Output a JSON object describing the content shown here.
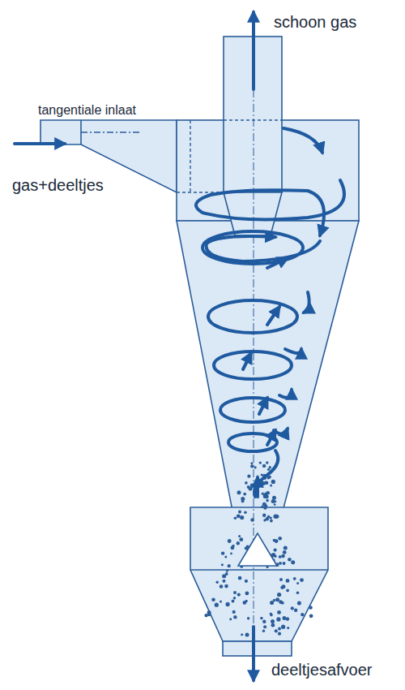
{
  "diagram": {
    "labels": [
      "schoon gas",
      "tangentiale inlaat",
      "gas+deeltjes",
      "deeltjesafvoer"
    ]
  }
}
